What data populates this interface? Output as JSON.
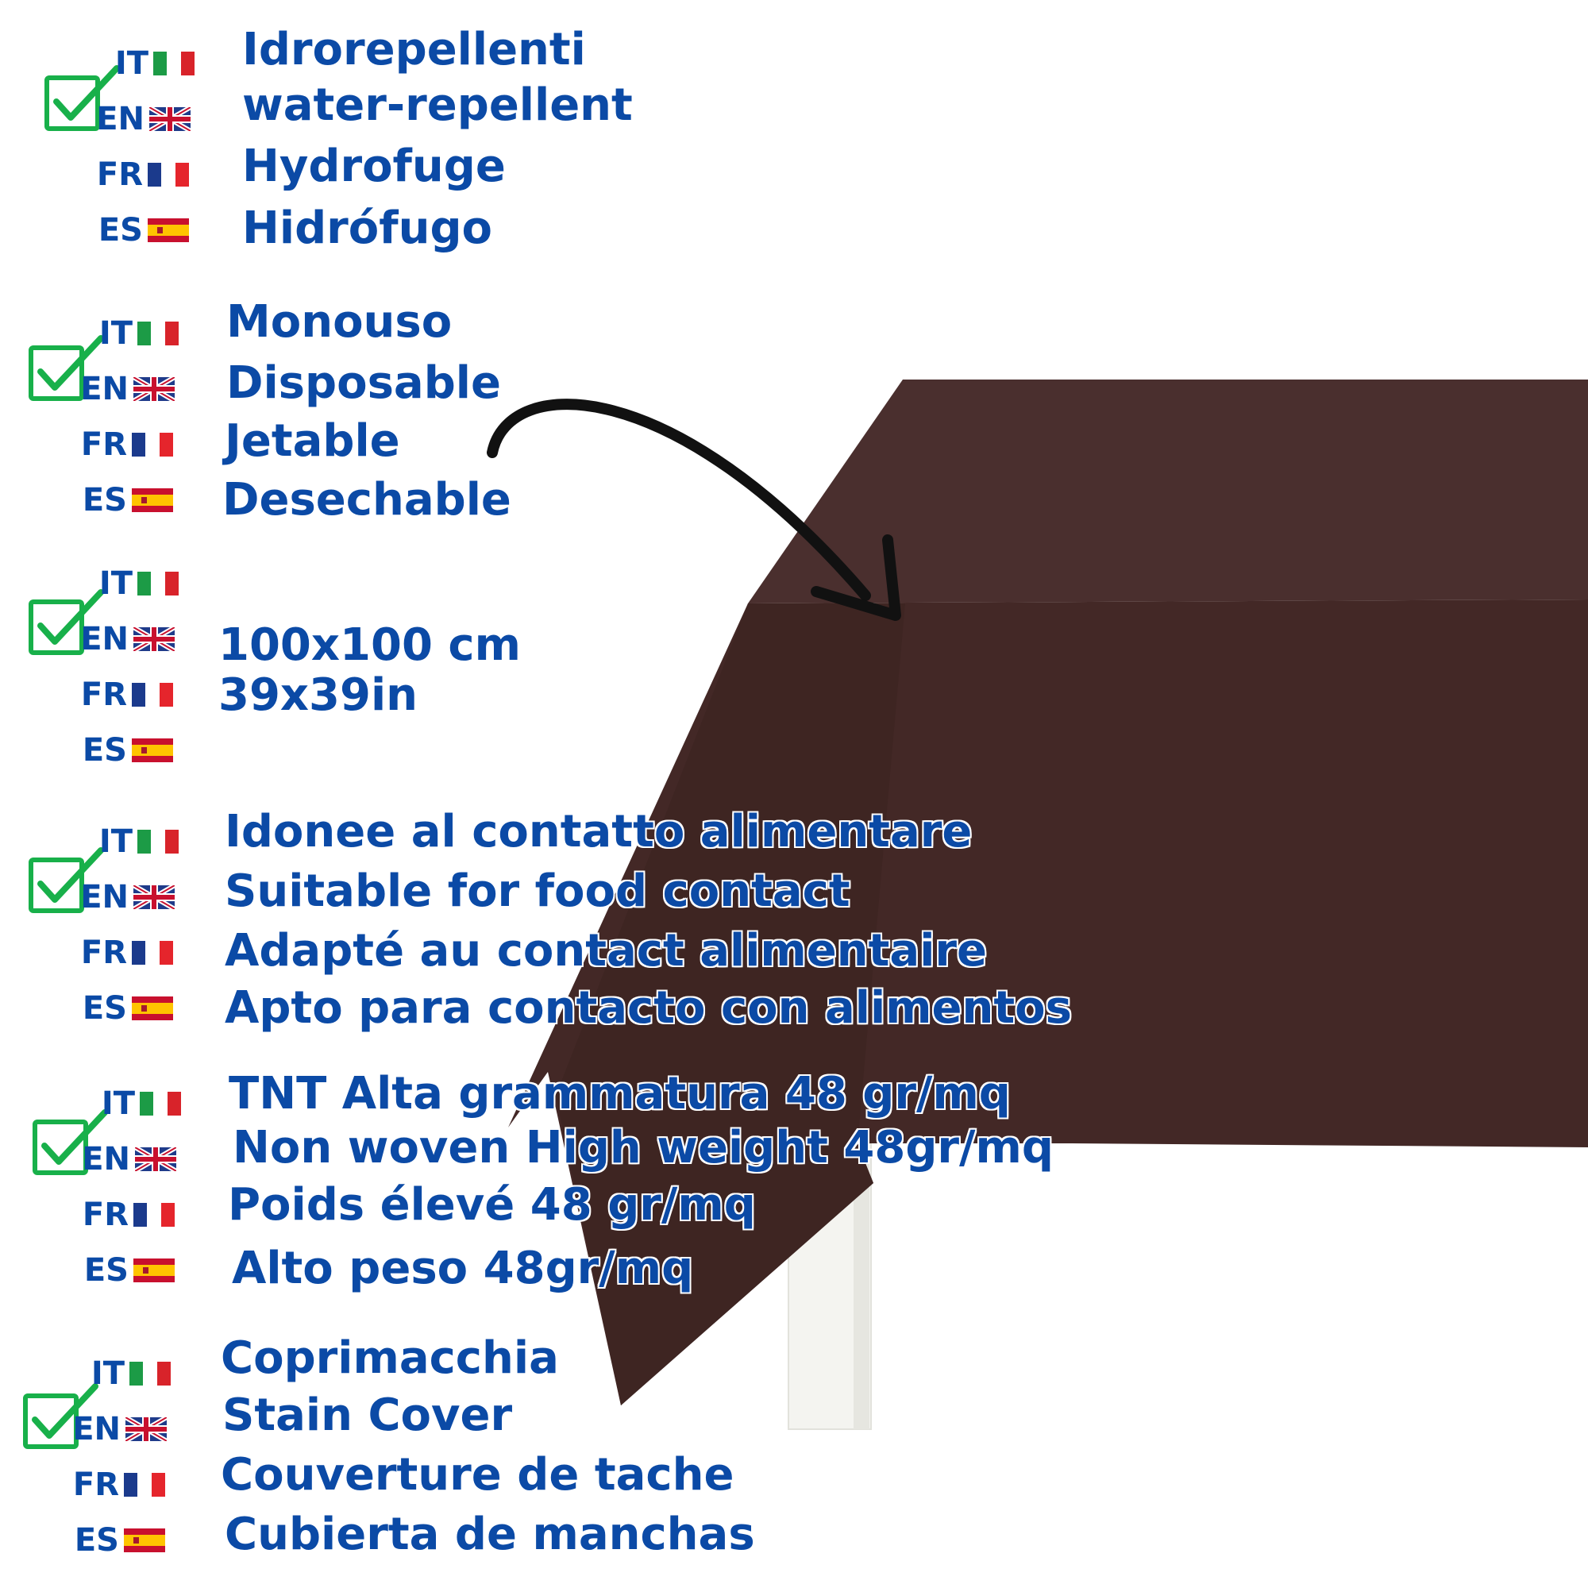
{
  "colors": {
    "text": "#0b4aa6",
    "check": "#18b04a",
    "tablecloth": "#4a2e2c",
    "table_leg": "#f4f4f0",
    "arrow": "#111111"
  },
  "icons": {
    "check": "checkmark-icon",
    "it": "italy-flag-icon",
    "en": "uk-flag-icon",
    "fr": "france-flag-icon",
    "es": "spain-flag-icon"
  },
  "features": [
    {
      "rows": [
        {
          "code": "IT",
          "text": "Idrorepellenti"
        },
        {
          "code": "EN",
          "text": "water-repellent"
        },
        {
          "code": "FR",
          "text": "Hydrofuge"
        },
        {
          "code": "ES",
          "text": "Hidrófugo"
        }
      ]
    },
    {
      "rows": [
        {
          "code": "IT",
          "text": "Monouso"
        },
        {
          "code": "EN",
          "text": "Disposable"
        },
        {
          "code": "FR",
          "text": "Jetable"
        },
        {
          "code": "ES",
          "text": "Desechable"
        }
      ]
    },
    {
      "rows": [
        {
          "code": "IT",
          "text": ""
        },
        {
          "code": "EN",
          "text": "100x100 cm"
        },
        {
          "code": "FR",
          "text": "39x39in"
        },
        {
          "code": "ES",
          "text": ""
        }
      ]
    },
    {
      "rows": [
        {
          "code": "IT",
          "text": "Idonee al contatto alimentare"
        },
        {
          "code": "EN",
          "text": "Suitable for food contact"
        },
        {
          "code": "FR",
          "text": "Adapté au contact alimentaire"
        },
        {
          "code": "ES",
          "text": "Apto para contacto con alimentos"
        }
      ]
    },
    {
      "rows": [
        {
          "code": "IT",
          "text": "TNT Alta grammatura 48 gr/mq"
        },
        {
          "code": "EN",
          "text": "Non woven High weight 48gr/mq"
        },
        {
          "code": "FR",
          "text": "Poids élevé 48 gr/mq"
        },
        {
          "code": "ES",
          "text": "Alto peso 48gr/mq"
        }
      ]
    },
    {
      "rows": [
        {
          "code": "IT",
          "text": "Coprimacchia"
        },
        {
          "code": "EN",
          "text": "Stain Cover"
        },
        {
          "code": "FR",
          "text": "Couverture de tache"
        },
        {
          "code": "ES",
          "text": "Cubierta de manchas"
        }
      ]
    }
  ]
}
